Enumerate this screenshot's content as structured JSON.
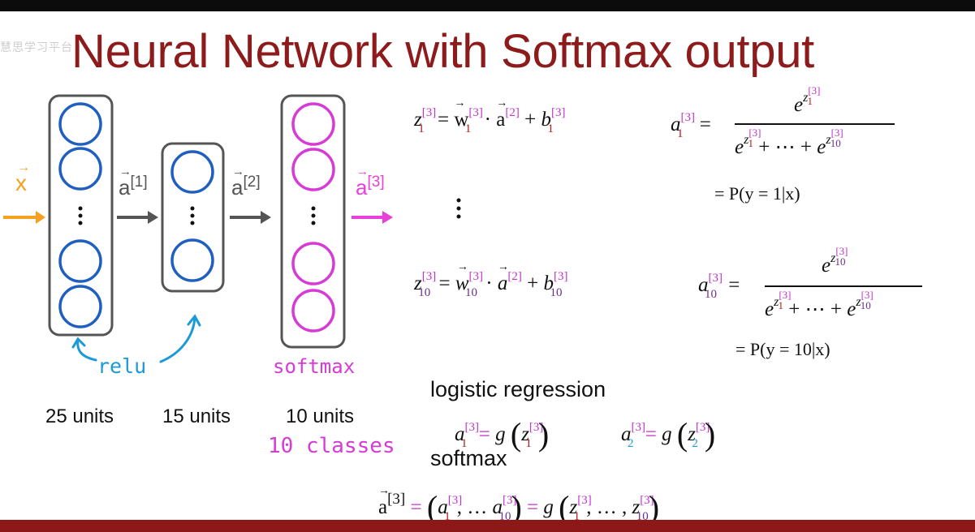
{
  "title": "Neural Network with Softmax output",
  "watermark": "慧思学习平台",
  "network": {
    "input_label": "x",
    "a1_label": "a",
    "a1_sup": "[1]",
    "a2_label": "a",
    "a2_sup": "[2]",
    "a3_label": "a",
    "a3_sup": "[3]",
    "relu_note": "relu",
    "softmax_note": "softmax",
    "classes_note": "10 classes",
    "layer1_units": "25 units",
    "layer2_units": "15 units",
    "layer3_units": "10 units",
    "colors": {
      "relu_units": "#1f5fbf",
      "softmax_units": "#d63bd6",
      "input": "#f5a01f",
      "output": "#e840d8",
      "arrows": "#555555",
      "title": "#8e1b1b"
    },
    "icons": [
      "vector-arrow-icon",
      "right-arrow-icon",
      "curved-arrow-icon",
      "vertical-ellipsis-icon"
    ]
  },
  "equations": {
    "z1_lhs": "z",
    "z1_sub": "1",
    "z1_sup": "[3]",
    "w1": "w",
    "w1_sub": "1",
    "w1_sup": "[3]",
    "a2_sup": "[2]",
    "b1": "b",
    "b1_sub": "1",
    "b1_sup": "[3]",
    "z10_sub": "10",
    "w10_sub": "10",
    "b10_sub": "10",
    "a1_lhs": "a",
    "a10_sub": "10",
    "prob1": "= P(y = 1|x)",
    "prob10": "= P(y = 10|x)",
    "dots": "+ ⋯ +"
  },
  "logistic_label": "logistic regression",
  "softmax_label": "softmax",
  "g": "g",
  "sub2": "2"
}
